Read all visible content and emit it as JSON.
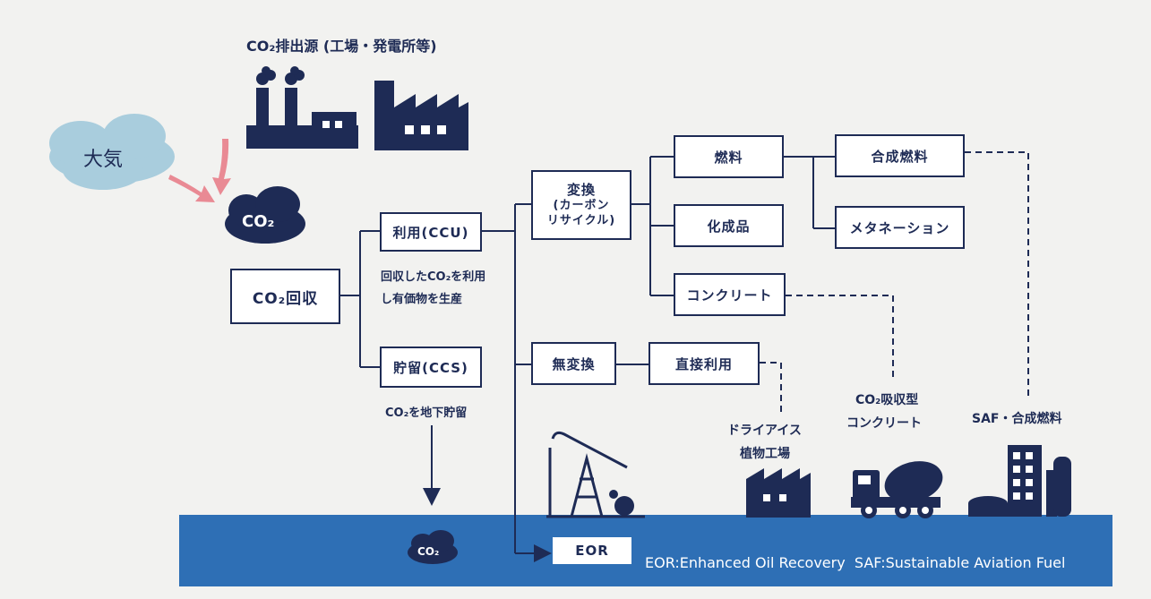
{
  "sources": {
    "title": "CO₂排出源 (工場・発電所等)"
  },
  "atmosphere": {
    "label": "大気"
  },
  "captured_cloud": {
    "label": "CO₂"
  },
  "capture": {
    "label": "CO₂回収"
  },
  "ccu": {
    "label": "利用(CCU)",
    "desc_line1": "回収したCO₂を利用",
    "desc_line2": "し有価物を生産"
  },
  "ccs": {
    "label": "貯留(CCS)",
    "desc": "CO₂を地下貯留"
  },
  "conversion": {
    "line1": "変換",
    "line2": "(カーボン",
    "line3": "リサイクル)"
  },
  "no_conversion": {
    "label": "無変換"
  },
  "fuel": {
    "label": "燃料"
  },
  "chemicals": {
    "label": "化成品"
  },
  "concrete": {
    "label": "コンクリート"
  },
  "synthetic_fuel": {
    "label": "合成燃料"
  },
  "methanation": {
    "label": "メタネーション"
  },
  "direct_use": {
    "label": "直接利用"
  },
  "outputs": {
    "dry_ice_line1": "ドライアイス",
    "dry_ice_line2": "植物工場",
    "co2_concrete_line1": "CO₂吸収型",
    "co2_concrete_line2": "コンクリート",
    "saf": "SAF・合成燃料"
  },
  "ground": {
    "storage_cloud": "CO₂",
    "eor_box": "EOR",
    "legend": "EOR:Enhanced Oil Recovery  SAF:Sustainable Aviation Fuel"
  },
  "colors": {
    "navy": "#1e2b55",
    "blue_band": "#2e6fb5",
    "cloud": "#a9cddd",
    "arrow_pink": "#e98a94"
  }
}
